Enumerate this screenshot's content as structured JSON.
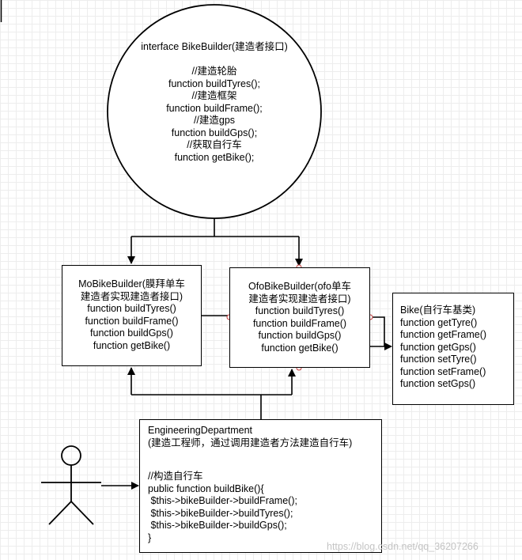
{
  "interface": {
    "lines": [
      "interface BikeBuilder(建造者接口)",
      "",
      "//建造轮胎",
      "function buildTyres();",
      "//建造框架",
      "function buildFrame();",
      "//建造gps",
      "function buildGps();",
      "//获取自行车",
      "function getBike();"
    ]
  },
  "mobike": {
    "lines": [
      "MoBikeBuilder(膜拜单车",
      "建造者实现建造者接口)",
      "function buildTyres()",
      "function buildFrame()",
      "function buildGps()",
      "function getBike()"
    ]
  },
  "ofobike": {
    "lines": [
      "OfoBikeBuilder(ofo单车",
      "建造者实现建造者接口)",
      "function buildTyres()",
      "function buildFrame()",
      "function buildGps()",
      "function getBike()"
    ]
  },
  "bike": {
    "lines": [
      "Bike(自行车基类)",
      "function getTyre()",
      "function getFrame()",
      "function getGps()",
      "function setTyre()",
      "function setFrame()",
      "function setGps()"
    ]
  },
  "department": {
    "title": "EngineeringDepartment",
    "subtitle": "(建造工程师，通过调用建造者方法建造自行车)",
    "lines": [
      "//构造自行车",
      "public function buildBike(){",
      " $this->bikeBuilder->buildFrame();",
      " $this->bikeBuilder->buildTyres();",
      " $this->bikeBuilder->buildGps();",
      "}"
    ]
  },
  "watermark": "https://blog.csdn.net/qq_36207266",
  "colors": {
    "stroke": "#000000",
    "connector_point": "#c43a3a",
    "grid": "#ededed"
  }
}
